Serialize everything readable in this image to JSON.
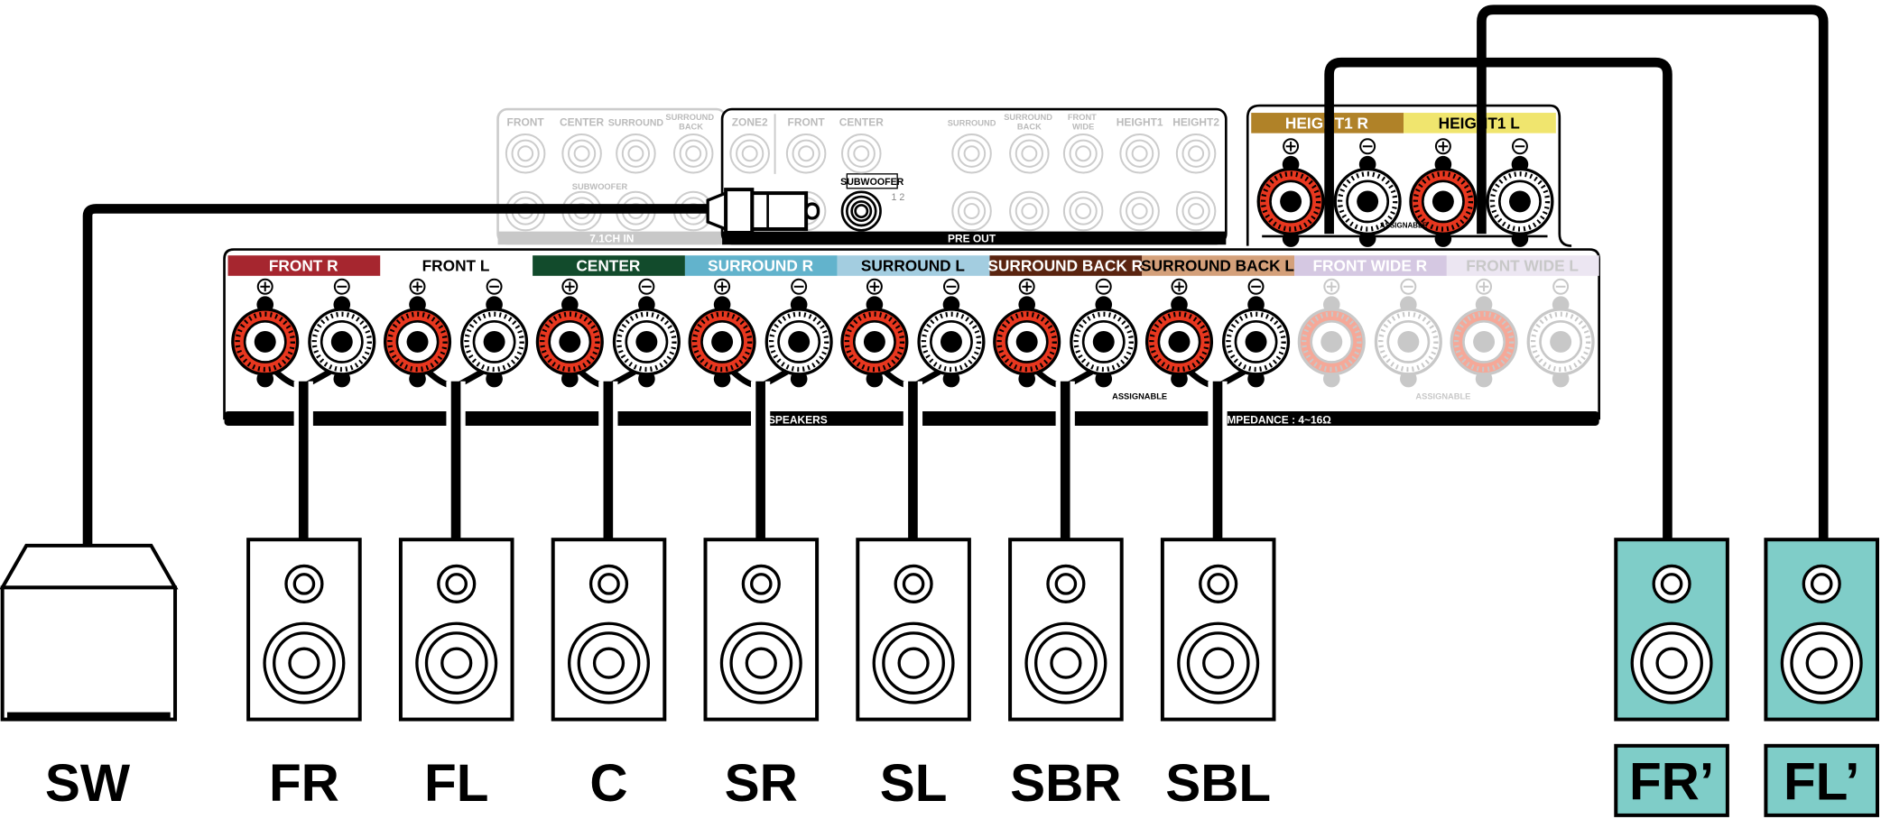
{
  "speaker_sections": [
    {
      "label": "FRONT R",
      "bg": "#a6262f",
      "fg": "#ffffff",
      "dimmed": false
    },
    {
      "label": "FRONT L",
      "bg": "#ffffff",
      "fg": "#000000",
      "dimmed": false
    },
    {
      "label": "CENTER",
      "bg": "#124b2c",
      "fg": "#ffffff",
      "dimmed": false
    },
    {
      "label": "SURROUND R",
      "bg": "#62b3cc",
      "fg": "#ffffff",
      "dimmed": false
    },
    {
      "label": "SURROUND L",
      "bg": "#a3cde0",
      "fg": "#000000",
      "dimmed": false
    },
    {
      "label": "SURROUND BACK R",
      "bg": "#5a2410",
      "fg": "#ffffff",
      "dimmed": false
    },
    {
      "label": "SURROUND BACK L",
      "bg": "#d4a07a",
      "fg": "#000000",
      "dimmed": false
    },
    {
      "label": "FRONT WIDE R",
      "bg": "#d5c8e2",
      "fg": "#ffffff",
      "dimmed": true
    },
    {
      "label": "FRONT WIDE L",
      "bg": "#ece6f2",
      "fg": "#c8c8c8",
      "dimmed": true
    }
  ],
  "height_sections": [
    {
      "label": "HEIGHT1 R",
      "bg": "#b08228",
      "fg": "#ffffff"
    },
    {
      "label": "HEIGHT1 L",
      "bg": "#f0e56e",
      "fg": "#000000"
    }
  ],
  "panel": {
    "assignable": "ASSIGNABLE",
    "speakers": "SPEAKERS",
    "impedance": "IMPEDANCE : 4~16Ω",
    "pre_out": "PRE OUT",
    "ch_in": "7.1CH IN",
    "subwoofer": "SUBWOOFER",
    "sub_nums": "1  2",
    "ch_in_labels": [
      "FRONT",
      "CENTER",
      "SURROUND",
      "SURROUND BACK"
    ],
    "ch_in_sub": "SUBWOOFER",
    "pre_out_labels": [
      "ZONE2",
      "FRONT",
      "CENTER",
      "SURROUND",
      "SURROUND BACK",
      "FRONT WIDE",
      "HEIGHT1",
      "HEIGHT2"
    ]
  },
  "speakers": [
    "FR",
    "FL",
    "C",
    "SR",
    "SL",
    "SBR",
    "SBL"
  ],
  "subwoofer_label": "SW",
  "height_speakers": [
    "FR’",
    "FL’"
  ],
  "colors": {
    "plus": "#e8371f",
    "height_speaker": "#7fcdc8"
  }
}
